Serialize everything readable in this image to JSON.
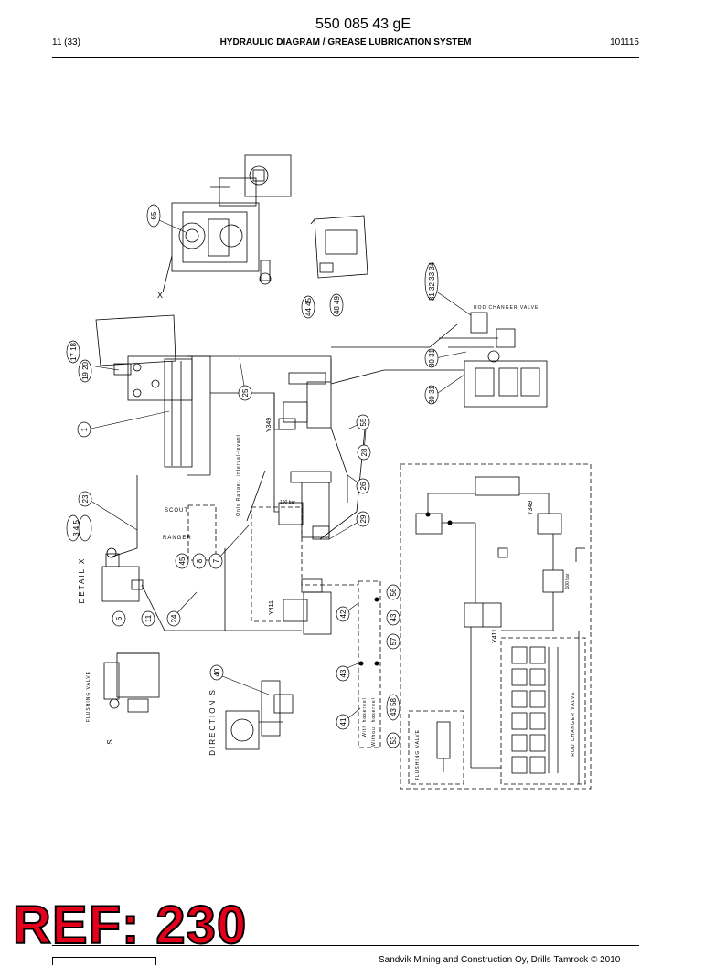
{
  "header": {
    "doc_number": "550 085 43 gE",
    "page": "11 (33)",
    "title": "HYDRAULIC DIAGRAM / GREASE LUBRICATION SYSTEM",
    "date": "101115"
  },
  "diagram": {
    "rod_changer_valve": "ROD CHANGER VALVE",
    "rod_changer_valve_2": "ROD CHANGER VALVE",
    "flushing_valve": "FLUSHING VALVE",
    "flushing_valve_2": "FLUSHING VALVE",
    "detail_x": "DETAIL X",
    "direction_s": "DIRECTION S",
    "scout": "SCOUT",
    "ranger": "RANGER",
    "only_ranger": "Only Ranger, interval-levant",
    "y349": "Y349",
    "y349_b": "Y349",
    "y411": "Y411",
    "y411_b": "Y411",
    "with_hosereel": "With hosereel",
    "without_hosereel": "Without hosereel",
    "bar_100": "100 bar",
    "bar_100_b": "100 bar",
    "letter_x": "X",
    "letter_s": "S",
    "callouts": {
      "c65": "65",
      "c3031a": "30 31",
      "c3031b": "30 31",
      "c3132": "31 32 33 34",
      "c4445": "44 45",
      "c4849": "48 49",
      "c1718": "17 18",
      "c19": "19 20",
      "c1": "1",
      "c25": "25",
      "c55": "55",
      "c28": "28",
      "c26": "26",
      "c29": "29",
      "c23": "23",
      "c3": "3 4 5",
      "c45": "45",
      "c8": "8",
      "c7": "7",
      "c6": "6",
      "c11": "11",
      "c24": "24",
      "c42": "42",
      "c56": "56",
      "c43a": "43",
      "c57": "57",
      "c43b": "43",
      "c41": "41",
      "c43c": "43 58",
      "c53": "53",
      "c40": "40"
    }
  },
  "stamp": {
    "ref": "REF: 230"
  },
  "footer": {
    "copyright": "Sandvik Mining and Construction Oy, Drills Tamrock © 2010"
  }
}
